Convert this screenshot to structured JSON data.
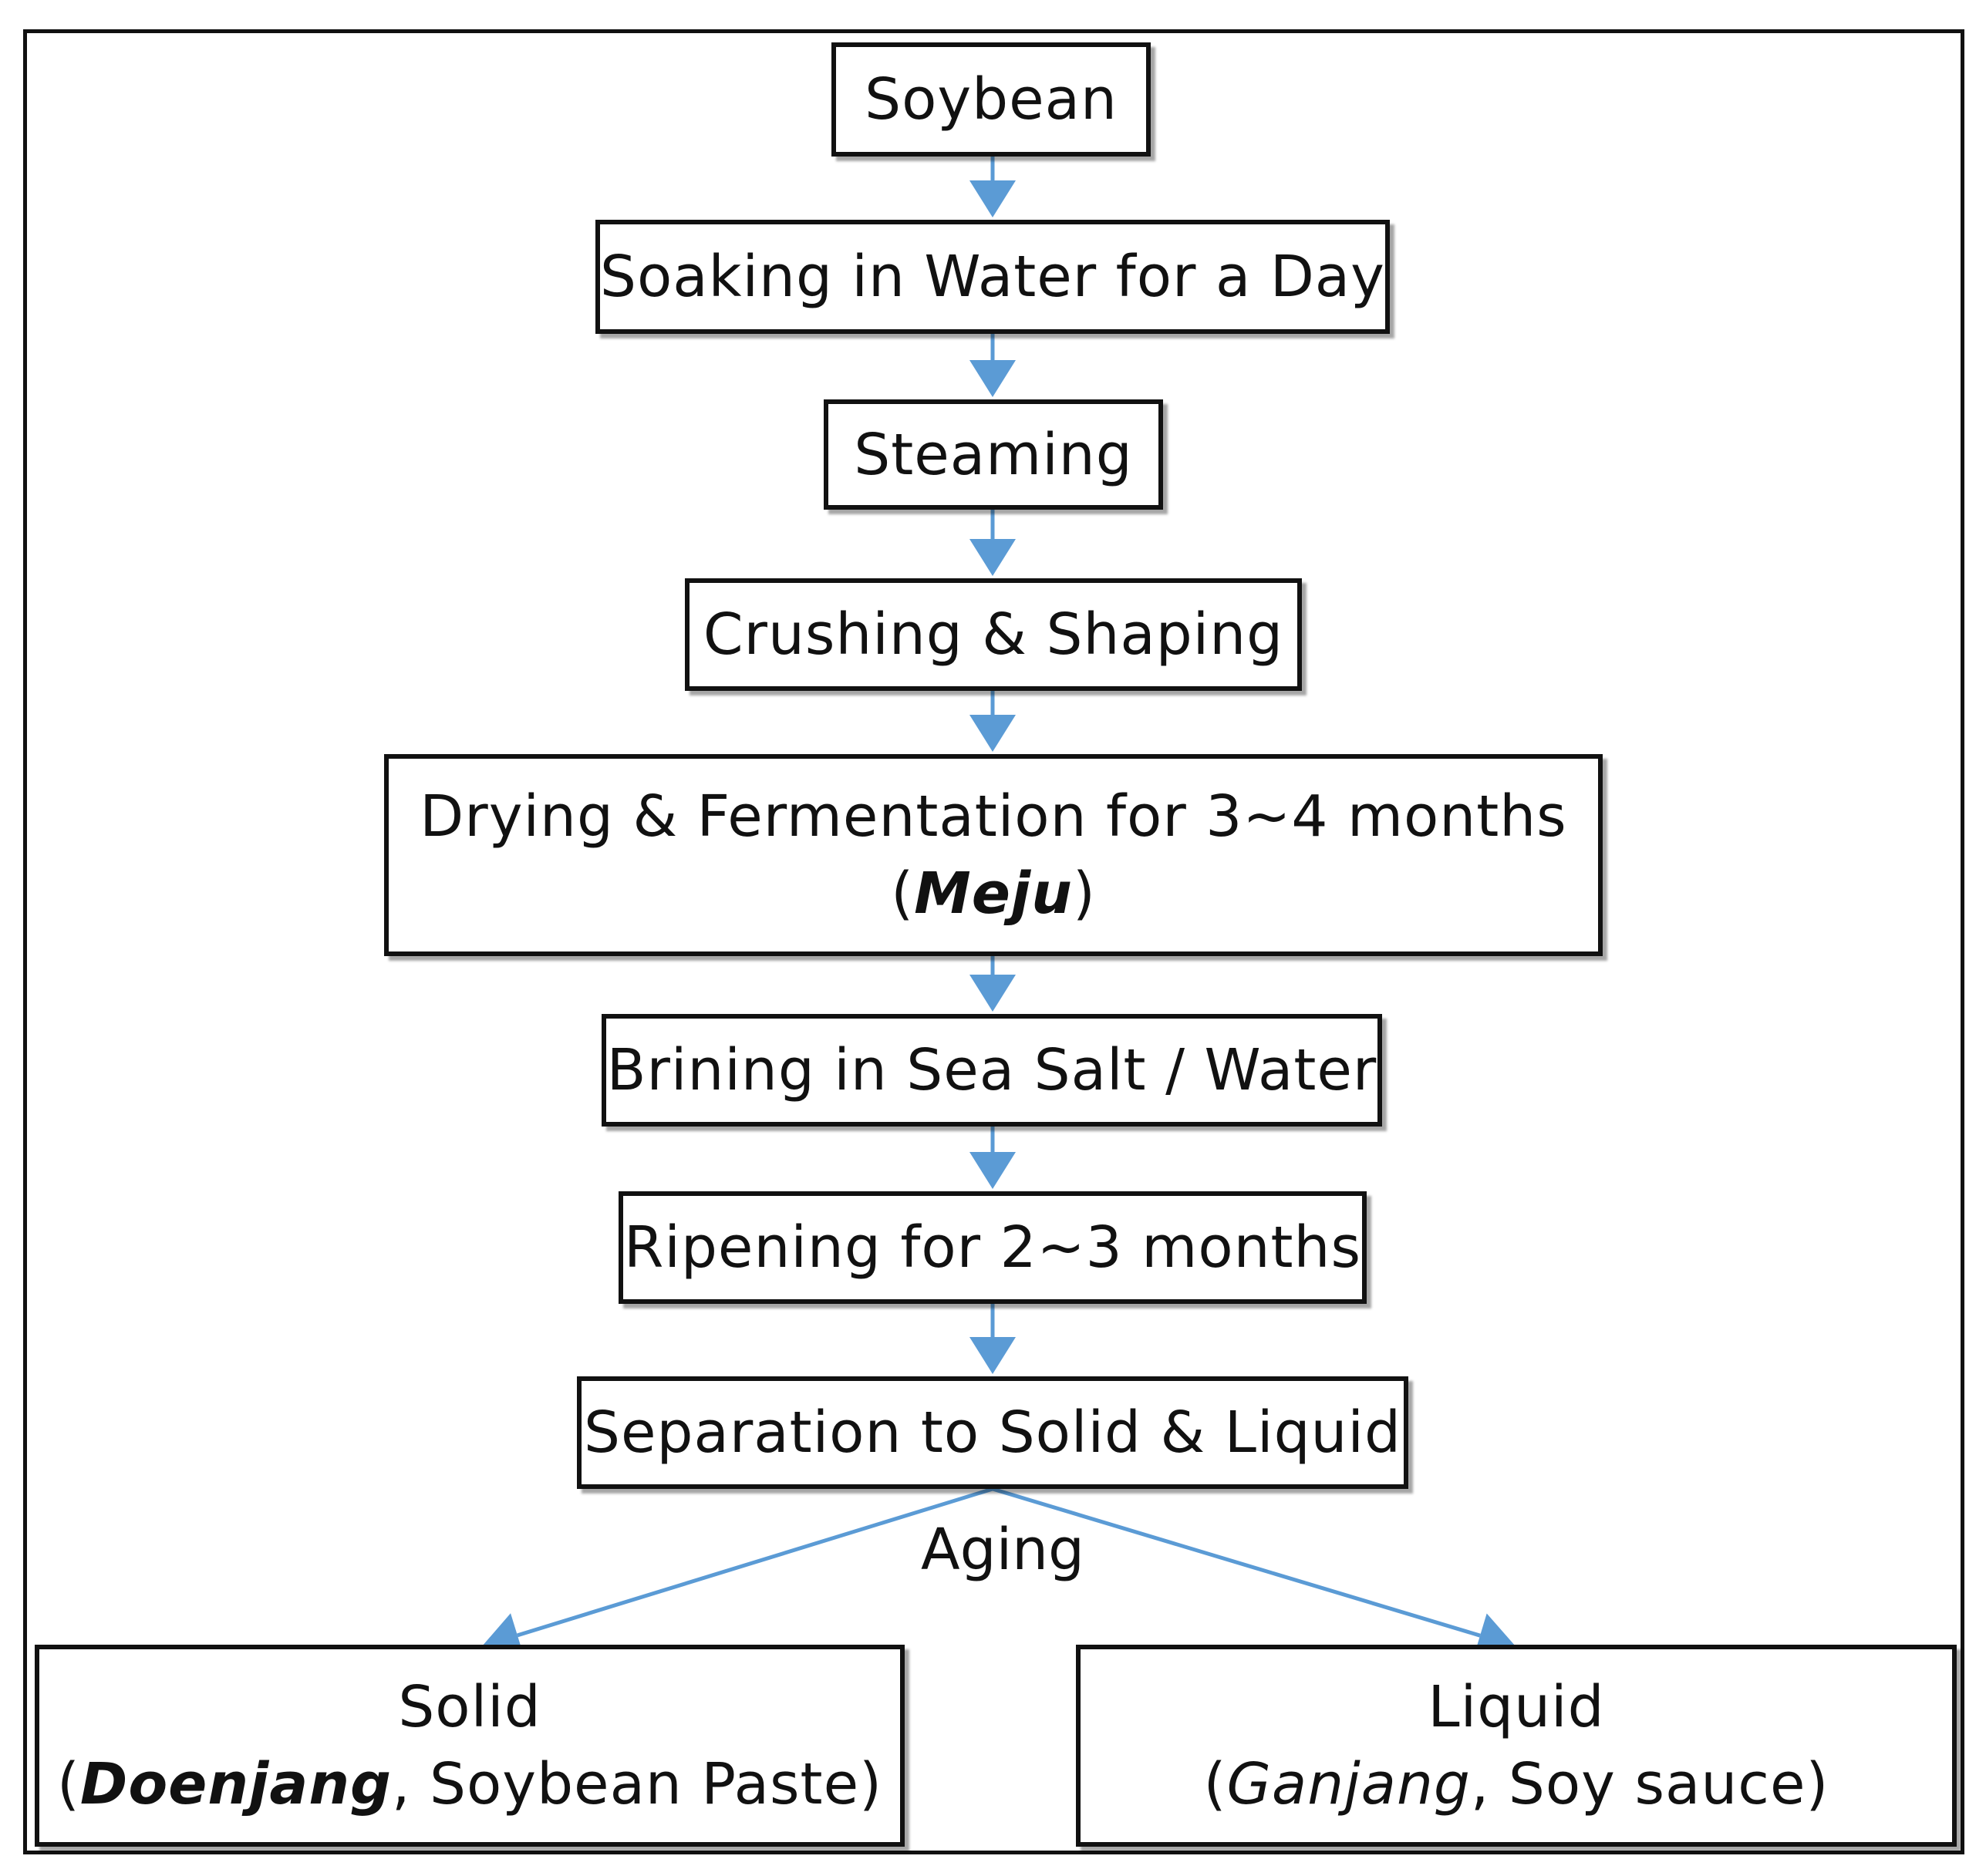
{
  "colors": {
    "arrow": "#5b9bd5",
    "border": "#111111"
  },
  "steps": [
    {
      "text": "Soybean"
    },
    {
      "text": "Soaking in Water for a Day"
    },
    {
      "text": "Steaming"
    },
    {
      "text": "Crushing & Shaping"
    },
    {
      "text": "Drying & Fermentation for 3~4 months",
      "paren_open": "(",
      "term": "Meju",
      "paren_close": ")"
    },
    {
      "text": "Brining in Sea Salt / Water"
    },
    {
      "text": "Ripening for 2~3 months"
    },
    {
      "text": "Separation to Solid & Liquid"
    }
  ],
  "branch_label": "Aging",
  "outputs": {
    "solid": {
      "title": "Solid",
      "paren_open": "(",
      "term": "Doenjang",
      "rest": ", Soybean Paste)"
    },
    "liquid": {
      "title": "Liquid",
      "paren_open": "(",
      "term": "Ganjang",
      "rest": ", Soy sauce)"
    }
  }
}
